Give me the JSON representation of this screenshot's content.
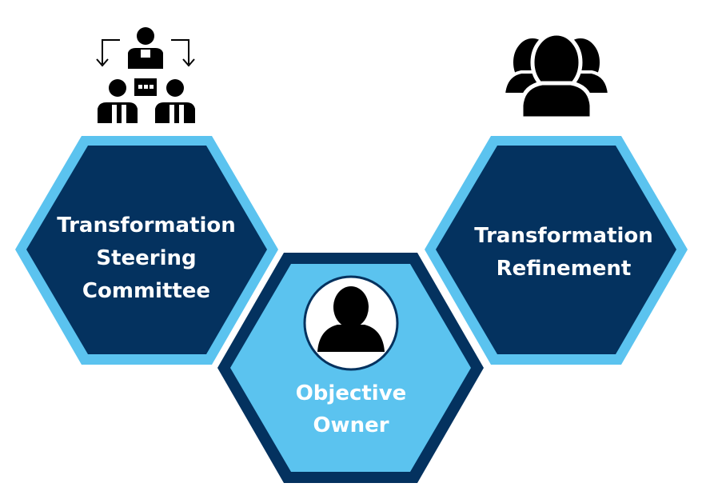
{
  "hexagons": {
    "left": {
      "lines": [
        "Transformation",
        "Steering",
        "Committee"
      ],
      "icon": "team-hierarchy-icon",
      "fill_color": "#04325f",
      "border_color": "#5bc3ef"
    },
    "middle": {
      "lines": [
        "Objective",
        "Owner"
      ],
      "icon": "person-icon",
      "fill_color": "#5bc3ef",
      "border_color": "#04325f"
    },
    "right": {
      "lines": [
        "Transformation",
        "Refinement"
      ],
      "icon": "group-icon",
      "fill_color": "#04325f",
      "border_color": "#5bc3ef"
    }
  },
  "colors": {
    "icon": "#000000",
    "text": "#ffffff",
    "background": "#ffffff"
  }
}
